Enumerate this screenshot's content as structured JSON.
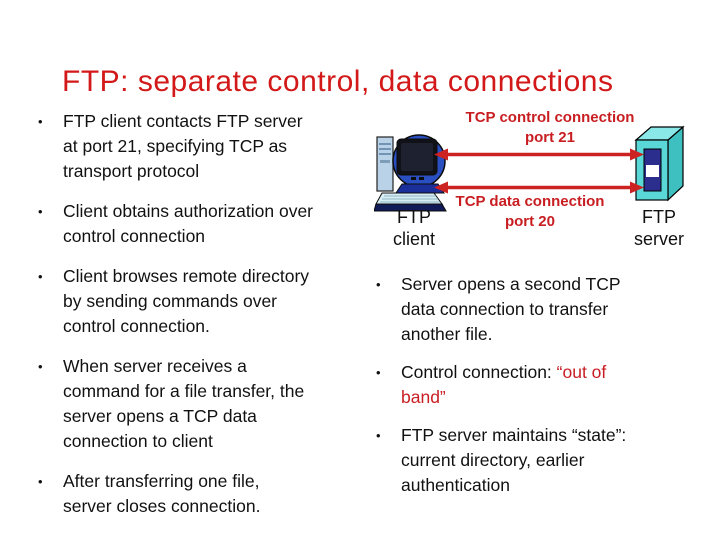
{
  "slide": {
    "title": "FTP: separate control, data connections"
  },
  "colors": {
    "title-red": "#d21818",
    "label-red": "#c81e22",
    "arrow-red": "#cc2222",
    "body-text": "#111111",
    "background": "#ffffff"
  },
  "bullet_char": "•",
  "left_bullets": {
    "b1": "FTP client contacts FTP server\nat port 21, specifying TCP as\ntransport protocol",
    "b2": "Client obtains authorization over\ncontrol connection",
    "b3": "Client browses remote directory\nby sending commands over\ncontrol connection.",
    "b4": "When server receives a\ncommand for a file transfer, the\nserver opens a TCP data\nconnection to client",
    "b5": "After transferring one file,\nserver closes connection."
  },
  "right_bullets": {
    "b1": "Server opens a second TCP\ndata connection to transfer\nanother file.",
    "b2_prefix": "Control connection: ",
    "b2_highlight": "“out of\nband”",
    "b3": "FTP server maintains “state”:\ncurrent directory, earlier\nauthentication"
  },
  "diagram": {
    "client_label": "FTP\nclient",
    "server_label": "FTP\nserver",
    "control_connection_label": "TCP control connection\nport 21",
    "data_connection_label": "TCP data connection\nport 20"
  }
}
